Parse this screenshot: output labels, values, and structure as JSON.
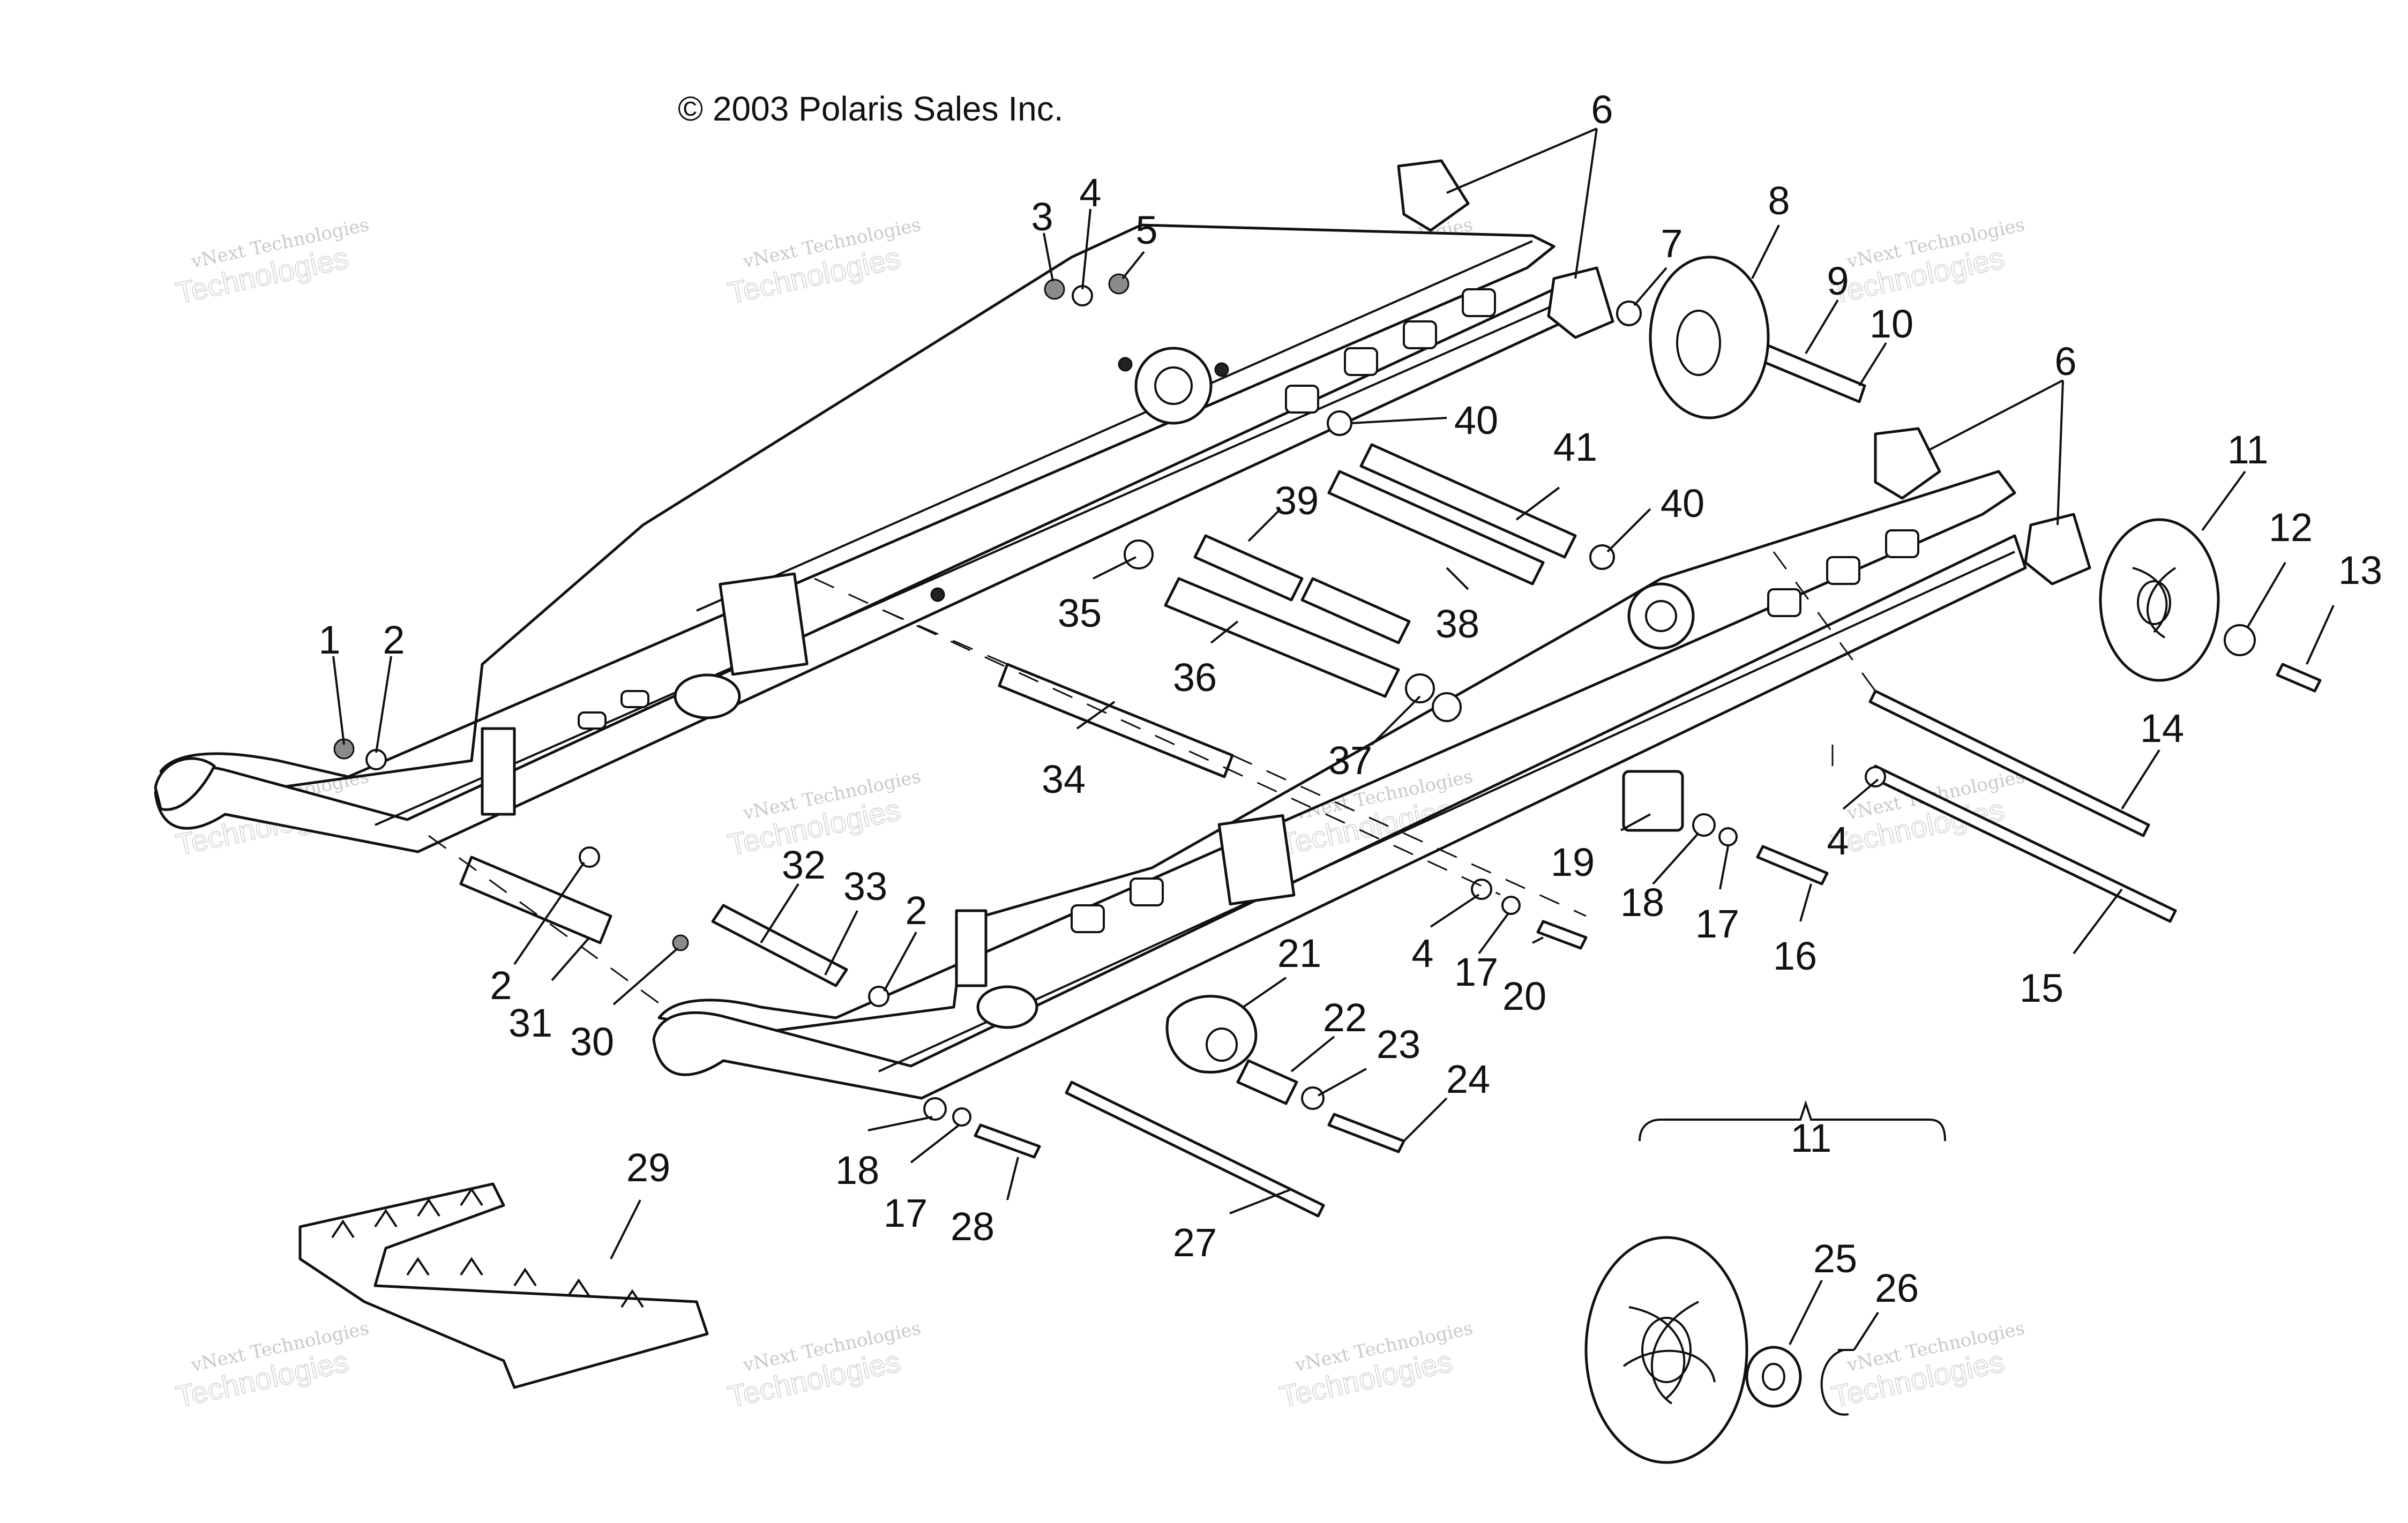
{
  "copyright": "© 2003 Polaris Sales Inc.",
  "watermark": {
    "line1": "vNext Technologies",
    "line2": "Technologies",
    "line2b": "vNext"
  },
  "callouts": {
    "c1": "1",
    "c2": "2",
    "c3": "3",
    "c4": "4",
    "c5": "5",
    "c6": "6",
    "c7": "7",
    "c8": "8",
    "c9": "9",
    "c10": "10",
    "c11": "11",
    "c12": "12",
    "c13": "13",
    "c14": "14",
    "c15": "15",
    "c16": "16",
    "c17": "17",
    "c18": "18",
    "c19": "19",
    "c20": "20",
    "c21": "21",
    "c22": "22",
    "c23": "23",
    "c24": "24",
    "c25": "25",
    "c26": "26",
    "c27": "27",
    "c28": "28",
    "c29": "29",
    "c30": "30",
    "c31": "31",
    "c32": "32",
    "c33": "33",
    "c34": "34",
    "c35": "35",
    "c36": "36",
    "c37": "37",
    "c38": "38",
    "c39": "39",
    "c40": "40",
    "c41": "41"
  },
  "colors": {
    "ink": "#111111",
    "paper": "#ffffff",
    "watermark": "#c9c9c9"
  }
}
